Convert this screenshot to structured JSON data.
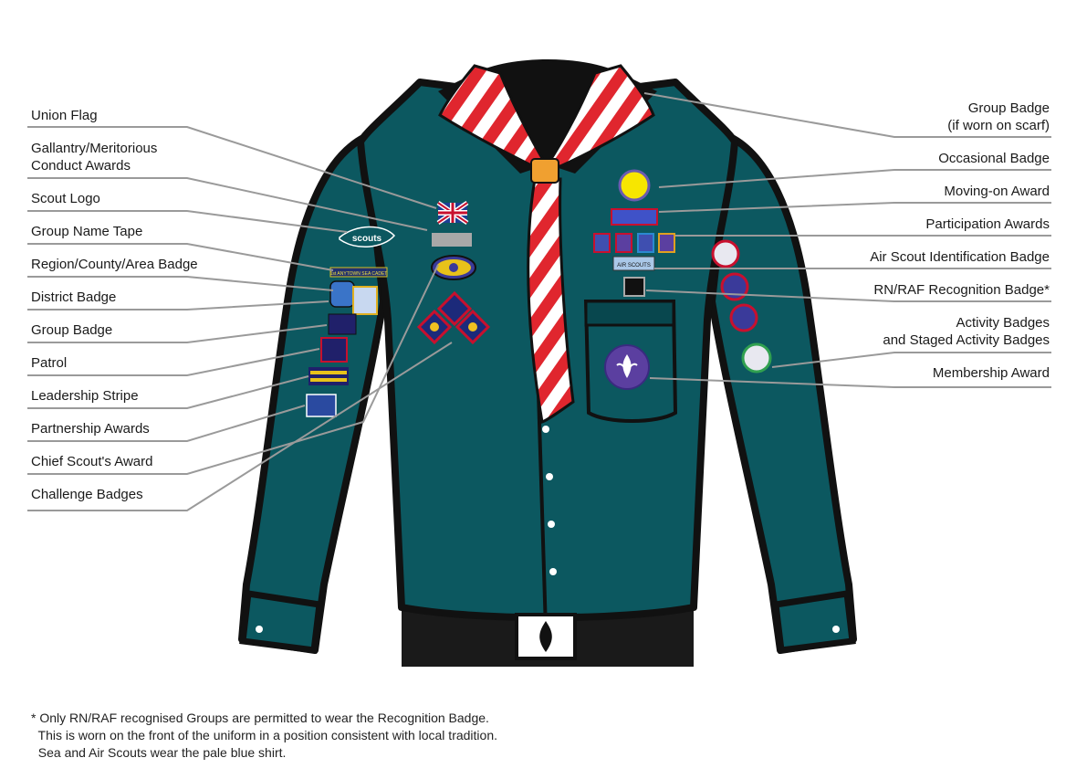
{
  "left_labels": [
    {
      "text": "Union Flag"
    },
    {
      "text": "Gallantry/Meritorious\nConduct Awards"
    },
    {
      "text": "Scout Logo"
    },
    {
      "text": "Group Name Tape"
    },
    {
      "text": "Region/County/Area Badge"
    },
    {
      "text": "District Badge"
    },
    {
      "text": "Group Badge"
    },
    {
      "text": "Patrol"
    },
    {
      "text": "Leadership Stripe"
    },
    {
      "text": "Partnership Awards"
    },
    {
      "text": "Chief Scout's Award"
    },
    {
      "text": "Challenge Badges"
    }
  ],
  "right_labels": [
    {
      "text": "Group Badge\n(if worn on scarf)"
    },
    {
      "text": "Occasional Badge"
    },
    {
      "text": "Moving-on Award"
    },
    {
      "text": "Participation Awards"
    },
    {
      "text": "Air Scout Identification Badge"
    },
    {
      "text": "RN/RAF Recognition Badge*"
    },
    {
      "text": "Activity Badges\nand Staged Activity Badges"
    },
    {
      "text": "Membership Award"
    }
  ],
  "footnote": [
    "* Only RN/RAF recognised Groups are permitted to wear the Recognition Badge.",
    "  This is worn on the front of the uniform in a position consistent with local tradition.",
    "  Sea and Air Scouts wear the pale blue shirt."
  ],
  "badge_text": {
    "scout_logo": "scouts",
    "air_scouts": "AIR SCOUTS",
    "group_name_tape": "1st ANYTOWN SEA CADET"
  },
  "colors": {
    "shirt": "#0c5860",
    "shirt_shadow": "#08474e",
    "outline": "#111111",
    "scarf_red": "#e0262e",
    "woggle": "#f0a030",
    "membership_purple": "#5b3fa0",
    "occasional_yellow": "#f7e600",
    "leader_line": "#9a9a9a"
  }
}
